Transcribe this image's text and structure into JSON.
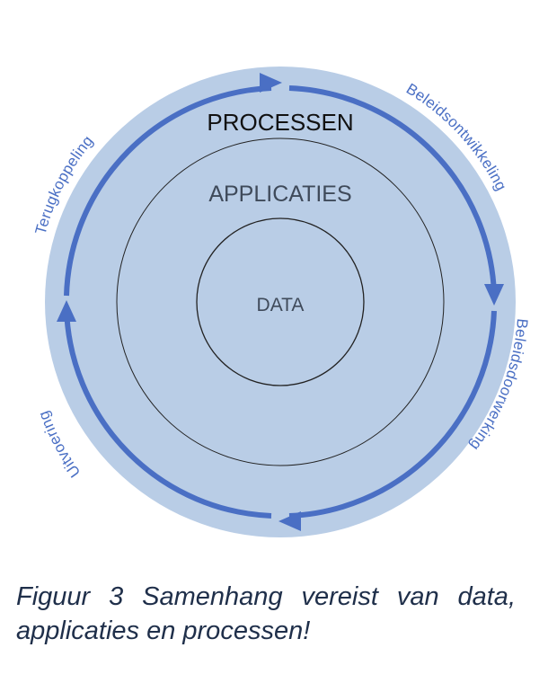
{
  "diagram": {
    "rings": {
      "outer": "PROCESSEN",
      "middle": "APPLICATIES",
      "inner": "DATA"
    },
    "cycle_labels": {
      "top_right": "Beleidsontwikkeling",
      "bottom_right": "Beleidsdoorwerking",
      "bottom_left": "Uitvoering",
      "top_left": "Terugkoppeling"
    },
    "colors": {
      "outer_fill": "#b9cde6",
      "arrow": "#4a6fc4",
      "ring_stroke": "#222222",
      "label_text": "#4a6fc4"
    }
  },
  "caption": "Figuur 3 Samenhang vereist van data, applicaties en processen!"
}
